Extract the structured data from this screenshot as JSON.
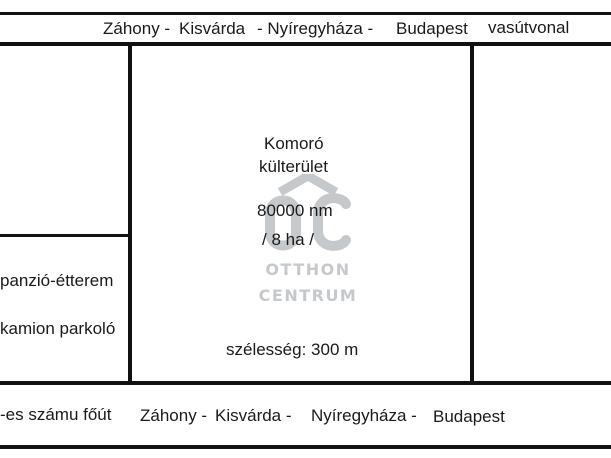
{
  "map": {
    "railway": {
      "route": [
        "Záhony -",
        "Kisvárda",
        "- Nyíregyháza -",
        "Budapest"
      ],
      "label": "vasútvonal"
    },
    "plot": {
      "name": "Komoró",
      "type": "külterület",
      "area": "80000 nm",
      "area_ha": "/ 8 ha /",
      "width": "szélesség: 300 m"
    },
    "left_labels": {
      "pension": "panzió-étterem",
      "truck_parking": "kamion parkoló"
    },
    "main_road": {
      "label": "-es számu főút",
      "route": [
        "Záhony -",
        "Kisvárda -",
        "Nyíregyháza -",
        "Budapest"
      ]
    }
  },
  "watermark": {
    "monogram": "OC",
    "line1": "OTTHON",
    "line2": "CENTRUM",
    "color": "#c6c9cc"
  }
}
